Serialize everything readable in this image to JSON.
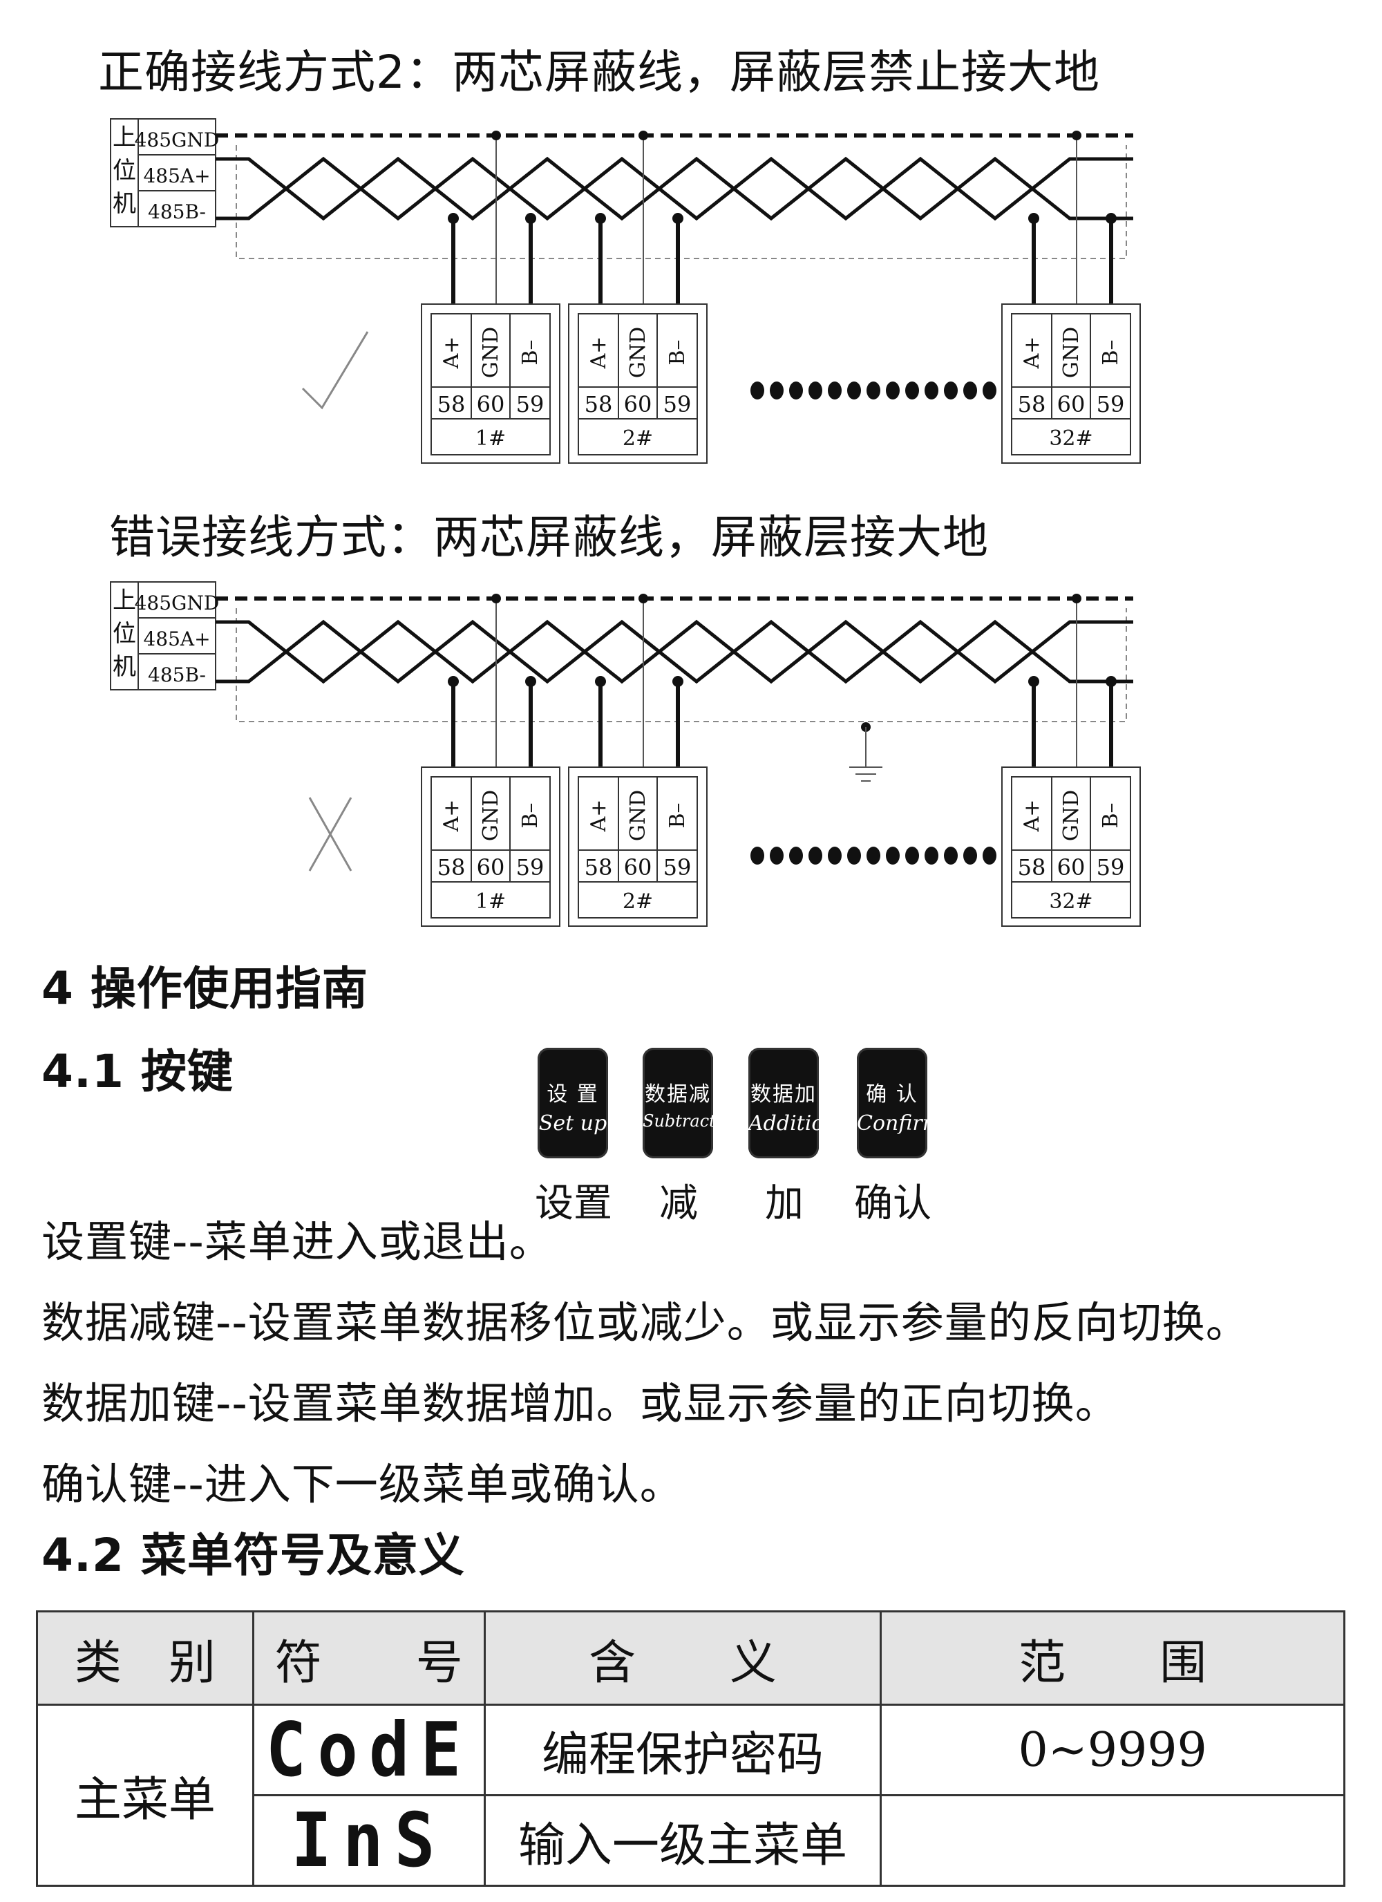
{
  "diagram1": {
    "title": "正确接线方式2：两芯屏蔽线，屏蔽层禁止接大地",
    "host_label": [
      "上",
      "位",
      "机"
    ],
    "host_pins": [
      "485GND",
      "485A+",
      "485B-"
    ],
    "terminal_labels": [
      "A+",
      "GND",
      "B–"
    ],
    "terminal_numbers": [
      "58",
      "60",
      "59"
    ],
    "devices": [
      "1#",
      "2#",
      "32#"
    ],
    "mark": "check"
  },
  "diagram2": {
    "title": "错误接线方式：两芯屏蔽线，屏蔽层接大地",
    "host_label": [
      "上",
      "位",
      "机"
    ],
    "host_pins": [
      "485GND",
      "485A+",
      "485B-"
    ],
    "terminal_labels": [
      "A+",
      "GND",
      "B–"
    ],
    "terminal_numbers": [
      "58",
      "60",
      "59"
    ],
    "devices": [
      "1#",
      "2#",
      "32#"
    ],
    "mark": "cross"
  },
  "section4": {
    "title": "4 操作使用指南"
  },
  "section41": {
    "title": "4.1 按键",
    "keys": [
      {
        "cn": "设 置",
        "en": "Set up",
        "label": "设置"
      },
      {
        "cn": "数据减",
        "en": "Subtraction",
        "label": "减"
      },
      {
        "cn": "数据加",
        "en": "Addition",
        "label": "加"
      },
      {
        "cn": "确 认",
        "en": "Confirm",
        "label": "确认"
      }
    ],
    "descriptions": [
      "设置键--菜单进入或退出。",
      "数据减键--设置菜单数据移位或减少。或显示参量的反向切换。",
      "数据加键--设置菜单数据增加。或显示参量的正向切换。",
      "确认键--进入下一级菜单或确认。"
    ]
  },
  "section42": {
    "title": "4.2 菜单符号及意义",
    "headers": [
      "类　别",
      "符　　号",
      "含　　义",
      "范　　围"
    ],
    "category": "主菜单",
    "rows": [
      {
        "symbol": "CodE",
        "meaning": "编程保护密码",
        "range": "0~9999"
      },
      {
        "symbol": "InS",
        "meaning": "输入一级主菜单",
        "range": ""
      }
    ]
  }
}
